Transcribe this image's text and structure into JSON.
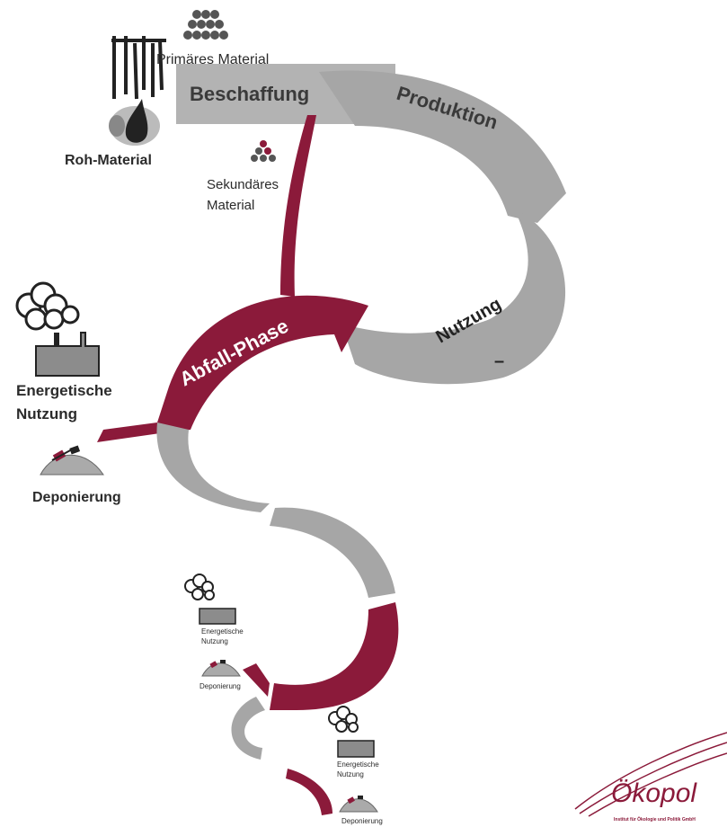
{
  "colors": {
    "gray": "#a6a6a6",
    "gray_dark": "#7f7f7f",
    "maroon": "#8b1a3a",
    "box": "#b3b3b3",
    "text": "#2b2b2b"
  },
  "labels": {
    "primaer": "Primäres Material",
    "beschaffung": "Beschaffung",
    "produktion": "Produktion",
    "roh": "Roh-Material",
    "sekundaer_1": "Sekundäres",
    "sekundaer_2": "Material",
    "nutzung": "Nutzung",
    "abfall": "Abfall-Phase",
    "energetische_1": "Energetische",
    "energetische_2": "Nutzung",
    "deponierung": "Deponierung",
    "small_energetische_1": "Energetische",
    "small_energetische_2": "Nutzung",
    "small_deponierung": "Deponierung",
    "tiny_energetische_1": "Energetische",
    "tiny_energetische_2": "Nutzung",
    "tiny_deponierung": "Deponierung",
    "dash": "–",
    "logo": "Ökopol",
    "logo_sub": "Institut für Ökologie und Politik GmbH"
  },
  "icons": [
    "material-stack-icon",
    "oil-rig-icon",
    "oil-drop-icon",
    "factory-icon",
    "landfill-icon",
    "logo-swoosh-icon"
  ]
}
